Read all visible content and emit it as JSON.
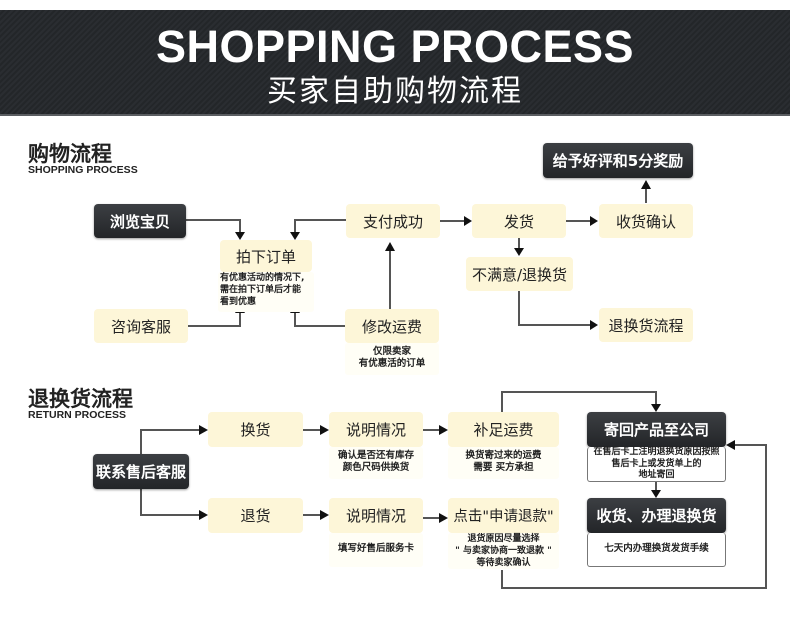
{
  "banner": {
    "title": "SHOPPING PROCESS",
    "subtitle": "买家自助购物流程",
    "background_color": "#26292c"
  },
  "shopping": {
    "title": "购物流程",
    "subtitle": "SHOPPING PROCESS",
    "nodes": {
      "browse": "浏览宝贝",
      "consult": "咨询客服",
      "place_order": "拍下订单",
      "place_order_note": "有优惠活动的情况下,\n需在拍下订单后才能\n看到优惠",
      "pay_success": "支付成功",
      "modify_shipping": "修改运费",
      "modify_shipping_note": "仅限卖家\n有优惠活的订单",
      "ship": "发货",
      "confirm_receipt": "收货确认",
      "review_reward": "给予好评和5分奖励",
      "unsatisfied": "不满意/退换货",
      "return_flow": "退换货流程"
    }
  },
  "returns": {
    "title": "退换货流程",
    "subtitle": "RETURN PROCESS",
    "nodes": {
      "contact_service": "联系售后客服",
      "exchange": "换货",
      "return": "退货",
      "explain_exchange": "说明情况",
      "explain_exchange_note": "确认是否还有库存\n颜色尺码供换货",
      "explain_return": "说明情况",
      "explain_return_note": "填写好售后服务卡",
      "pay_shipping": "补足运费",
      "pay_shipping_note": "换货寄过来的运费\n需要 买方承担",
      "apply_refund": "点击\"申请退款\"",
      "apply_refund_note": "退货原因尽量选择\n\" 与卖家协商一致退款 \"\n等待卖家确认",
      "send_back": "寄回产品至公司",
      "send_back_note": "在售后卡上注明退换货原因按照\n售后卡上或发货单上的\n地址寄回",
      "receive_process": "收货、办理退换货",
      "receive_process_note": "七天内办理换货发货手续"
    }
  },
  "colors": {
    "box_fill": "#fdf6d8",
    "dark_box": "#2c2e31",
    "connector": "#555555"
  }
}
